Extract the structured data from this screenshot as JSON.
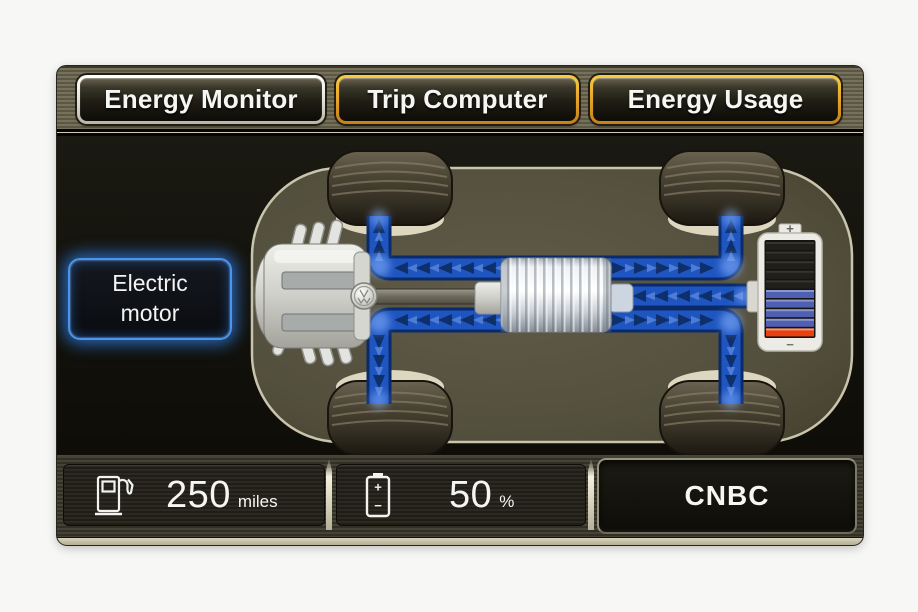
{
  "screen": {
    "type": "hybrid-energy-monitor-display"
  },
  "tabs": [
    {
      "label": "Energy Monitor",
      "selected": true
    },
    {
      "label": "Trip Computer",
      "selected": false
    },
    {
      "label": "Energy Usage",
      "selected": false
    }
  ],
  "energy_monitor": {
    "motor_label": "Electric motor",
    "battery_graphic": {
      "plus": "+",
      "minus": "−",
      "cells_empty": 5,
      "cells_blue": 4,
      "cells_red": 1
    }
  },
  "status_bar": {
    "range": {
      "value": "250",
      "unit": "miles"
    },
    "charge": {
      "value": "50",
      "unit": "%",
      "icon_plus": "+",
      "icon_minus": "−"
    },
    "audio_source": "CNBC"
  },
  "icons": {
    "fuel": "fuel-pump-icon",
    "charge": "battery-icon"
  },
  "colors": {
    "accent_blue": "#2e7de6",
    "path_blue": "#1e55c0",
    "path_blue_dark": "#0a2a6a",
    "arrow_dark": "#0d2c62",
    "arrow_light": "#7fa6ec",
    "glow_blue": "#8ab4ff",
    "tab_border_selected": "#f2f1ea",
    "tab_border_gold": "#e6a82e",
    "battery_cell_empty": "#201f19",
    "battery_cell_blue": "#4f5fb2",
    "battery_cell_red": "#e8400f",
    "frame_khaki": "#6b654e"
  }
}
